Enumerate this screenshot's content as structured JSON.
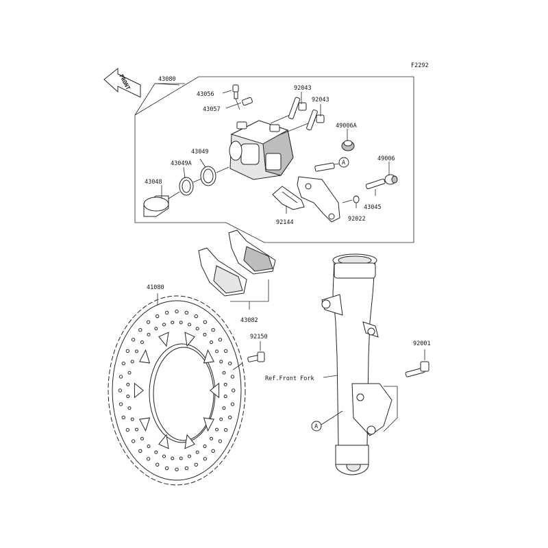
{
  "figure_code": "F2292",
  "front_arrow_label": "FRONT",
  "reference_label": "Ref.Front Fork",
  "callout_marker": "A",
  "parts": {
    "caliper_assy": "43080",
    "bleed_valve": "43056",
    "valve_cap": "43057",
    "bolt_upper": "92043",
    "bolt_lower": "92043",
    "boot_a": "49006A",
    "piston_seal": "43049",
    "dust_seal": "43049A",
    "piston": "43048",
    "boot": "49006",
    "bracket_pin": "43045",
    "o_ring": "92022",
    "pad_spring": "92144",
    "brake_pads": "43082",
    "disc": "41080",
    "disc_bolt": "92150",
    "caliper_bolt": "92001"
  }
}
